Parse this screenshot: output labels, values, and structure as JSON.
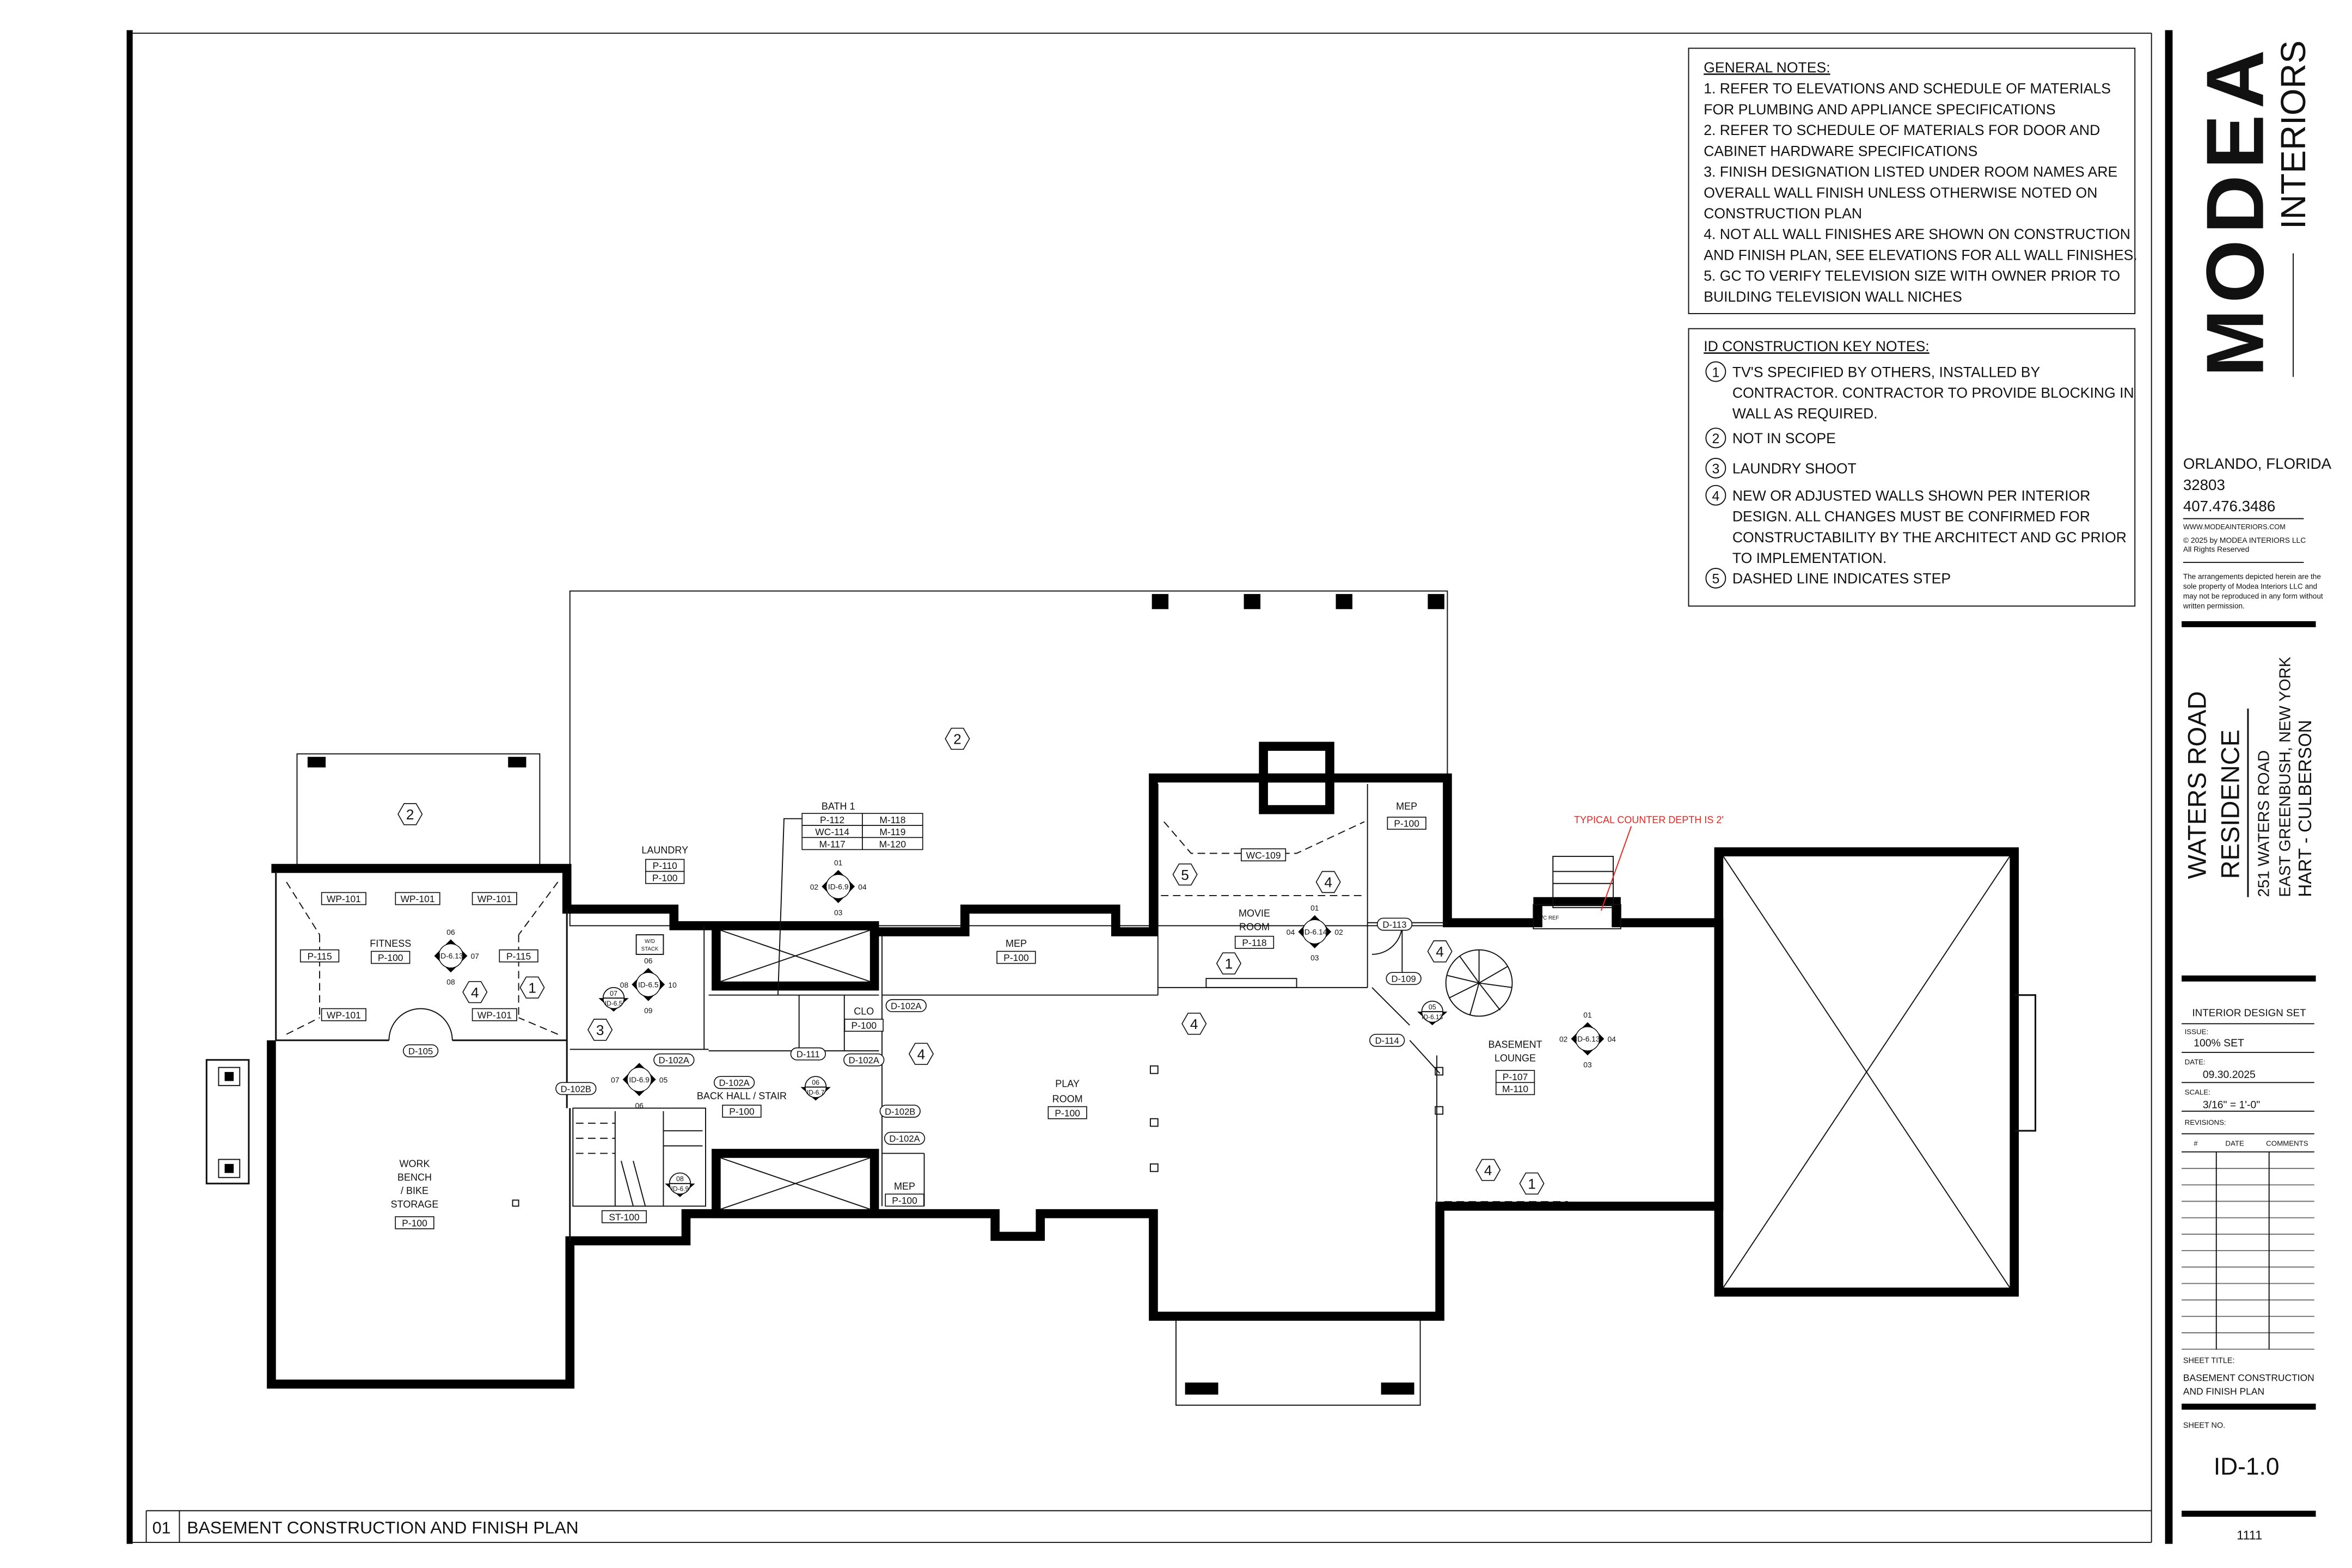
{
  "general_notes": {
    "title": "GENERAL NOTES:",
    "lines": [
      "1. REFER TO ELEVATIONS AND SCHEDULE OF MATERIALS",
      "FOR PLUMBING  AND APPLIANCE SPECIFICATIONS",
      "2. REFER TO SCHEDULE OF MATERIALS FOR DOOR AND",
      "CABINET HARDWARE SPECIFICATIONS",
      "3. FINISH DESIGNATION LISTED UNDER ROOM NAMES ARE",
      "OVERALL WALL FINISH UNLESS OTHERWISE NOTED ON",
      "CONSTRUCTION PLAN",
      "4. NOT ALL WALL FINISHES ARE SHOWN ON CONSTRUCTION",
      "AND FINISH PLAN, SEE ELEVATIONS FOR ALL WALL FINISHES.",
      "5. GC TO VERIFY TELEVISION SIZE WITH OWNER PRIOR TO",
      "BUILDING TELEVISION WALL NICHES"
    ]
  },
  "key_notes": {
    "title": "ID CONSTRUCTION KEY NOTES:",
    "items": [
      {
        "num": "1",
        "lines": [
          "TV'S SPECIFIED BY OTHERS, INSTALLED BY",
          "CONTRACTOR. CONTRACTOR TO PROVIDE BLOCKING IN",
          "WALL AS REQUIRED."
        ]
      },
      {
        "num": "2",
        "lines": [
          "NOT IN SCOPE"
        ]
      },
      {
        "num": "3",
        "lines": [
          "LAUNDRY SHOOT"
        ]
      },
      {
        "num": "4",
        "lines": [
          "NEW OR ADJUSTED WALLS SHOWN PER INTERIOR",
          "DESIGN. ALL CHANGES MUST BE CONFIRMED FOR",
          "CONSTRUCTABILITY BY THE ARCHITECT AND GC PRIOR",
          "TO IMPLEMENTATION."
        ]
      },
      {
        "num": "5",
        "lines": [
          "DASHED LINE INDICATES STEP"
        ]
      }
    ]
  },
  "plan": {
    "rooms": [
      {
        "lines": [
          "FITNESS"
        ],
        "tags": [
          "P-100"
        ]
      },
      {
        "lines": [
          "LAUNDRY"
        ],
        "tags": [
          "P-110",
          "P-100"
        ]
      },
      {
        "lines": [
          "CLO"
        ],
        "tags": [
          "P-100"
        ]
      },
      {
        "lines": [
          "BACK HALL / STAIR"
        ],
        "tags": [
          "P-100"
        ]
      },
      {
        "lines": [
          "MEP"
        ],
        "tags": [
          "P-100"
        ]
      },
      {
        "lines": [
          "MEP"
        ],
        "tags": [
          "P-100"
        ]
      },
      {
        "lines": [
          "PLAY",
          "ROOM"
        ],
        "tags": [
          "P-100"
        ]
      },
      {
        "lines": [
          "MOVIE",
          "ROOM"
        ],
        "tags": [
          "P-118"
        ]
      },
      {
        "lines": [
          "MEP"
        ],
        "tags": [
          "P-100"
        ]
      },
      {
        "lines": [
          "BASEMENT",
          "LOUNGE"
        ],
        "tags": [
          "P-107",
          "M-110"
        ]
      },
      {
        "lines": [
          "WORK",
          "BENCH",
          "/ BIKE",
          "STORAGE"
        ],
        "tags": [
          "P-100"
        ]
      }
    ],
    "bath_schedule": {
      "name": "BATH 1",
      "rows": [
        [
          "P-112",
          "M-118"
        ],
        [
          "WC-114",
          "M-119"
        ],
        [
          "M-117",
          "M-120"
        ]
      ]
    },
    "finish_tags": [
      "WP-101",
      "WP-101",
      "WP-101",
      "WP-101",
      "WP-101",
      "P-115",
      "P-115",
      "WC-109",
      "ST-100"
    ],
    "doors": [
      "D-105",
      "D-102A",
      "D-102B",
      "D-102A",
      "D-111",
      "D-102A",
      "D-102A",
      "D-102B",
      "D-102A",
      "D-113",
      "D-109",
      "D-114"
    ],
    "keynotes": [
      "2",
      "2",
      "4",
      "1",
      "3",
      "4",
      "4",
      "5",
      "4",
      "1",
      "4",
      "4",
      "1"
    ],
    "elevations": [
      {
        "id": "ID-6.13",
        "n": [
          "06",
          "07",
          "08",
          ""
        ]
      },
      {
        "id": "ID-6.5",
        "n": [
          "06",
          "10",
          "09",
          "08"
        ]
      },
      {
        "id": "ID-6.9",
        "n": [
          "",
          "05",
          "06",
          "07"
        ]
      },
      {
        "id": "ID-6.9",
        "n": [
          "01",
          "04",
          "03",
          "02"
        ]
      },
      {
        "id": "ID-6.14",
        "n": [
          "01",
          "02",
          "03",
          "04"
        ]
      },
      {
        "id": "ID-6.13",
        "n": [
          "01",
          "04",
          "03",
          "02"
        ]
      }
    ],
    "section_markers": [
      {
        "num": "07",
        "id": "ID-6.5"
      },
      {
        "num": "06",
        "id": "ID-6.7"
      },
      {
        "num": "08",
        "id": "ID-6.9"
      },
      {
        "num": "05",
        "id": "ID-6.13"
      }
    ],
    "equipment": {
      "wd1": "W/D",
      "wd2": "STACK",
      "ref": "U/C REF"
    },
    "annotation": {
      "text": "TYPICAL COUNTER DEPTH IS 2'",
      "color": "#e8261e"
    }
  },
  "drawing_title": {
    "num": "01",
    "text": "BASEMENT CONSTRUCTION AND FINISH PLAN"
  },
  "title_block": {
    "logo_main": "MODEA",
    "logo_sub": "INTERIORS",
    "address": [
      "ORLANDO, FLORIDA",
      "32803",
      "407.476.3486"
    ],
    "website": "WWW.MODEAINTERIORS.COM",
    "copyright": [
      "© 2025  by MODEA INTERIORS LLC",
      "All Rights Reserved"
    ],
    "disclaimer": [
      "The arrangements depicted herein are the",
      "sole property of Modea Interiors LLC and",
      "may not be reproduced in any form without",
      "written permission."
    ],
    "project": [
      "WATERS ROAD",
      "RESIDENCE",
      "251 WATERS ROAD",
      "EAST GREENBUSH, NEW YORK",
      "HART - CULBERSON"
    ],
    "set_name": "INTERIOR DESIGN SET",
    "issue_label": "ISSUE:",
    "issue": "100% SET",
    "date_label": "DATE:",
    "date": "09.30.2025",
    "scale_label": "SCALE:",
    "scale": "3/16\" = 1'-0\"",
    "revisions_label": "REVISIONS:",
    "rev_headers": [
      "#",
      "DATE",
      "COMMENTS"
    ],
    "sheet_title_label": "SHEET TITLE:",
    "sheet_title": [
      "BASEMENT CONSTRUCTION",
      "AND FINISH PLAN"
    ],
    "sheet_no_label": "SHEET NO.",
    "sheet_no": "ID-1.0",
    "footer": "1111"
  }
}
